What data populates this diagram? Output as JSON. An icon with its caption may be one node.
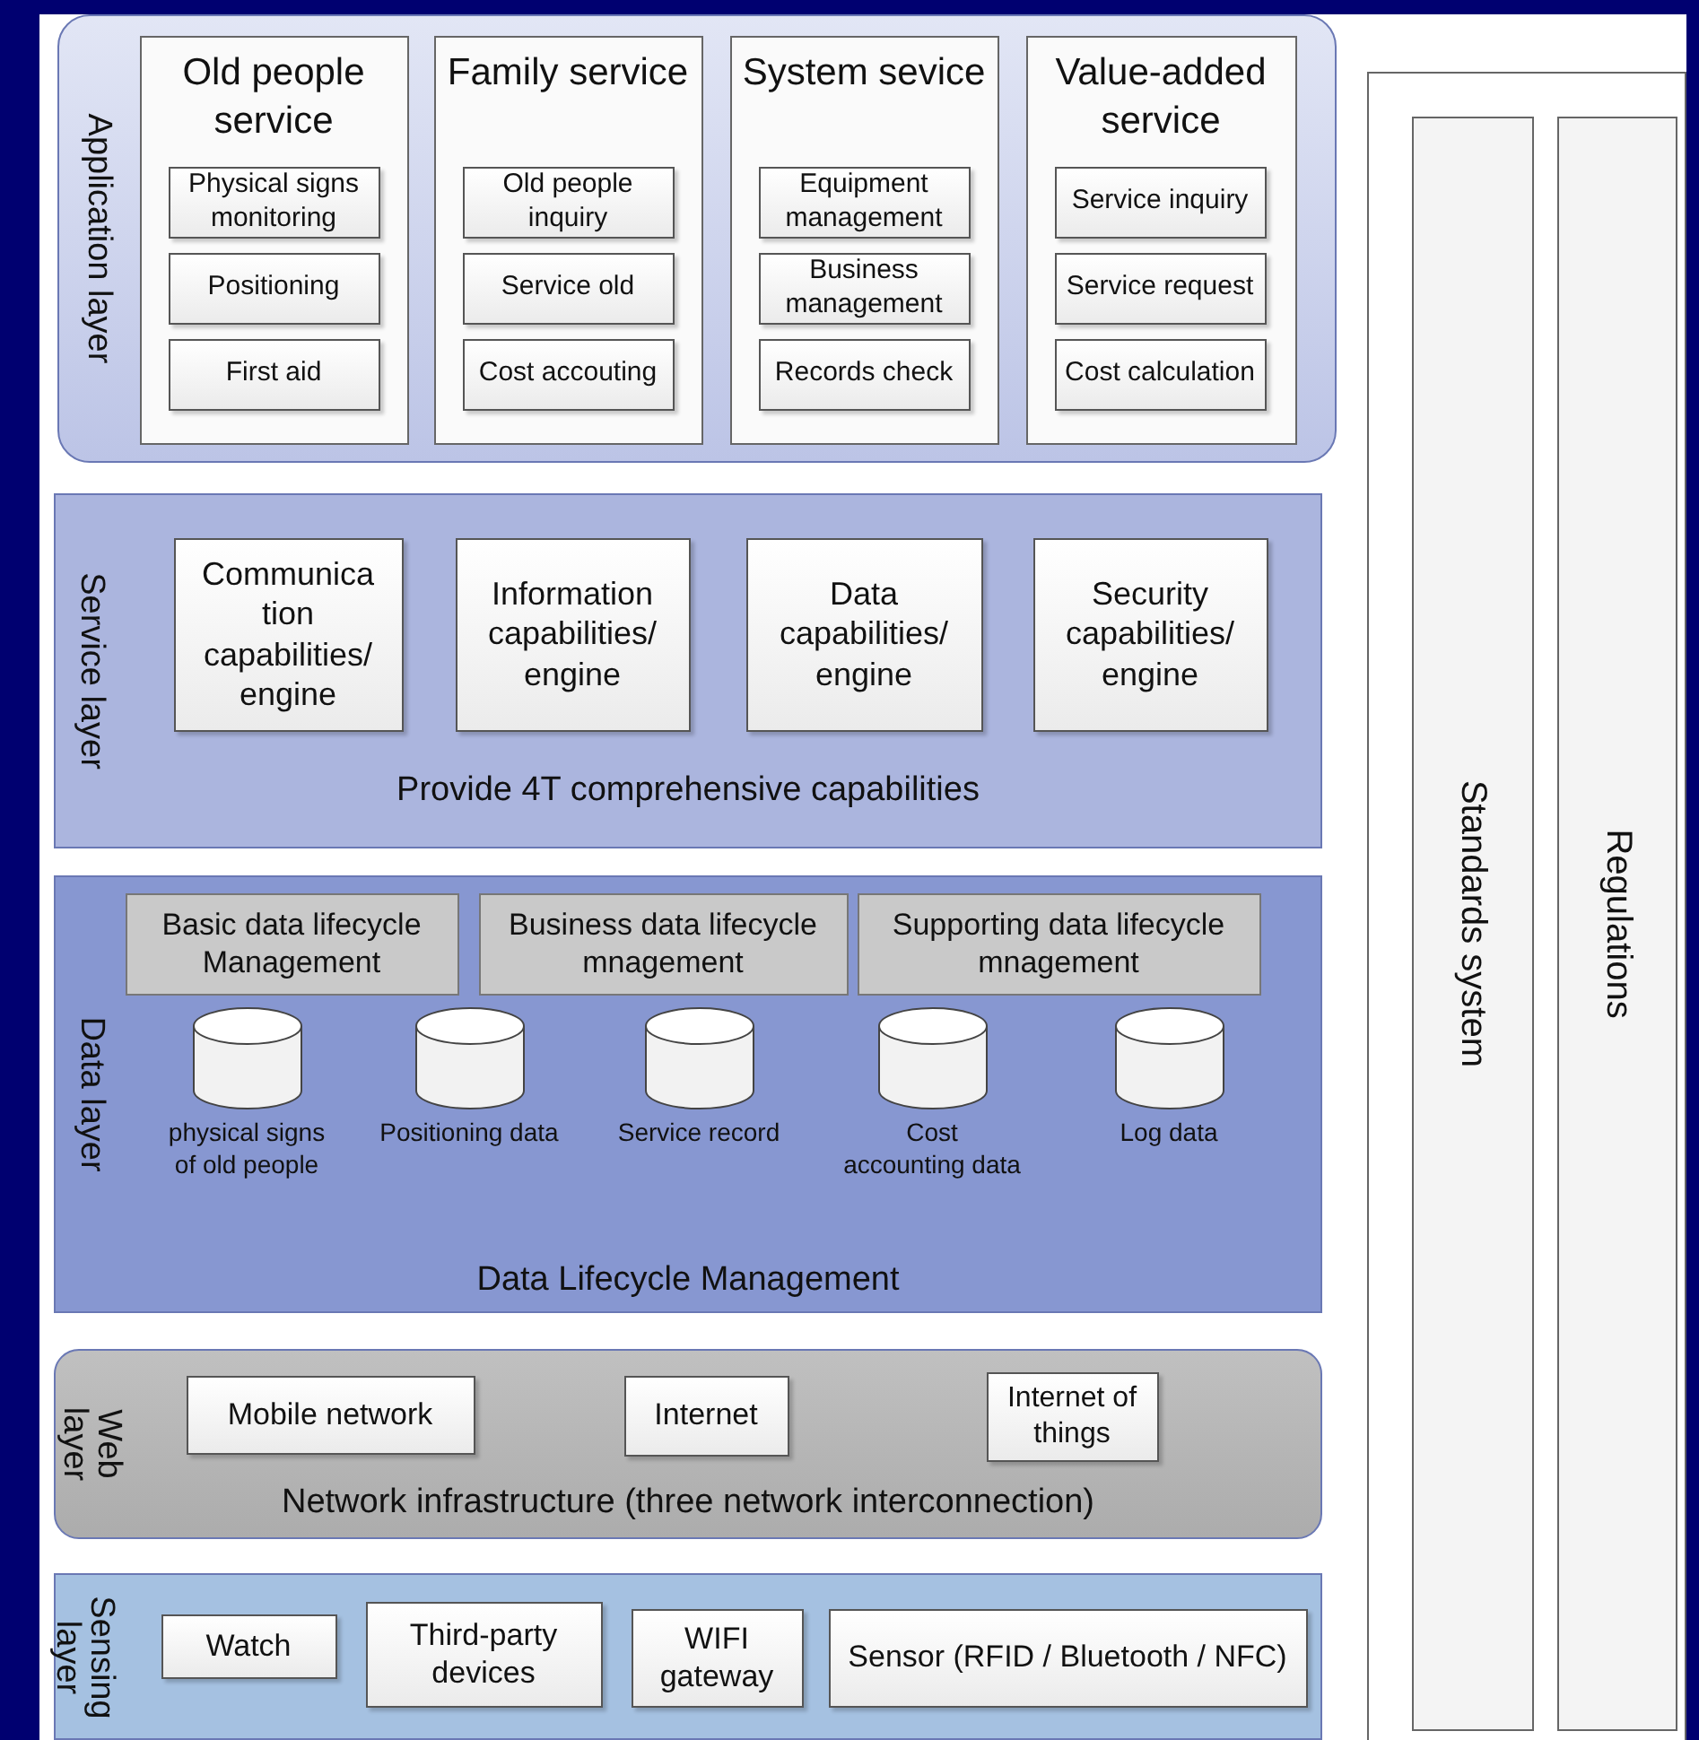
{
  "diagram": {
    "nodes": [
      {
        "text": [
          "Application layer"
        ]
      },
      {
        "text": [
          "Old people service"
        ],
        "in": 0
      },
      {
        "text": [
          "Physical signs monitoring"
        ],
        "in": 1
      },
      {
        "text": [
          "Positioning"
        ],
        "in": 1
      },
      {
        "text": [
          "First aid"
        ],
        "in": 1
      },
      {
        "text": [
          "Family service"
        ],
        "in": 0
      },
      {
        "text": [
          "Old people inquiry"
        ],
        "in": 5
      },
      {
        "text": [
          "Service old"
        ],
        "in": 5
      },
      {
        "text": [
          "Cost accouting"
        ],
        "in": 5
      },
      {
        "text": [
          "System sevice"
        ],
        "in": 0
      },
      {
        "text": [
          "Equipment management"
        ],
        "in": 9
      },
      {
        "text": [
          "Business management"
        ],
        "in": 9
      },
      {
        "text": [
          "Records check"
        ],
        "in": 9
      },
      {
        "text": [
          "Value-added service"
        ],
        "in": 0
      },
      {
        "text": [
          "Service inquiry"
        ],
        "in": 13
      },
      {
        "text": [
          "Service request"
        ],
        "in": 13
      },
      {
        "text": [
          "Cost calculation"
        ],
        "in": 13
      },
      {
        "text": [
          "Service layer",
          "Provide 4T comprehensive capabilities"
        ]
      },
      {
        "text": [
          "Communica tion capabilities/ engine"
        ],
        "in": 17
      },
      {
        "text": [
          "Information capabilities/ engine"
        ],
        "in": 17
      },
      {
        "text": [
          "Data capabilities/ engine"
        ],
        "in": 17
      },
      {
        "text": [
          "Security capabilities/ engine"
        ],
        "in": 17
      },
      {
        "text": [
          "Data layer",
          "Data Lifecycle Management"
        ]
      },
      {
        "text": [
          "Basic data lifecycle Management"
        ],
        "in": 22
      },
      {
        "text": [
          "Business data lifecycle mnagement"
        ],
        "in": 22
      },
      {
        "text": [
          "Supporting data lifecycle mnagement"
        ],
        "in": 22
      },
      {
        "text": [
          "physical signs of old people"
        ],
        "in": 22
      },
      {
        "text": [
          "Positioning data"
        ],
        "in": 22
      },
      {
        "text": [
          "Service record"
        ],
        "in": 22
      },
      {
        "text": [
          "Cost accounting data"
        ],
        "in": 22
      },
      {
        "text": [
          "Log data"
        ],
        "in": 22
      },
      {
        "text": [
          "Web layer",
          "Network infrastructure (three network interconnection)"
        ]
      },
      {
        "text": [
          "Mobile network"
        ],
        "in": 31
      },
      {
        "text": [
          "Internet"
        ],
        "in": 31
      },
      {
        "text": [
          "Internet of things"
        ],
        "in": 31
      },
      {
        "text": [
          "Sensing layer"
        ]
      },
      {
        "text": [
          "Watch"
        ],
        "in": 35
      },
      {
        "text": [
          "Third-party devices"
        ],
        "in": 35
      },
      {
        "text": [
          "WIFI gateway"
        ],
        "in": 35
      },
      {
        "text": [
          "Sensor (RFID / Bluetooth / NFC)"
        ],
        "in": 35
      },
      {
        "text": [],
        "shape": "box"
      },
      {
        "text": [
          "Standards system"
        ],
        "in": 40
      },
      {
        "text": [
          "Regulations"
        ],
        "in": 40
      }
    ]
  }
}
